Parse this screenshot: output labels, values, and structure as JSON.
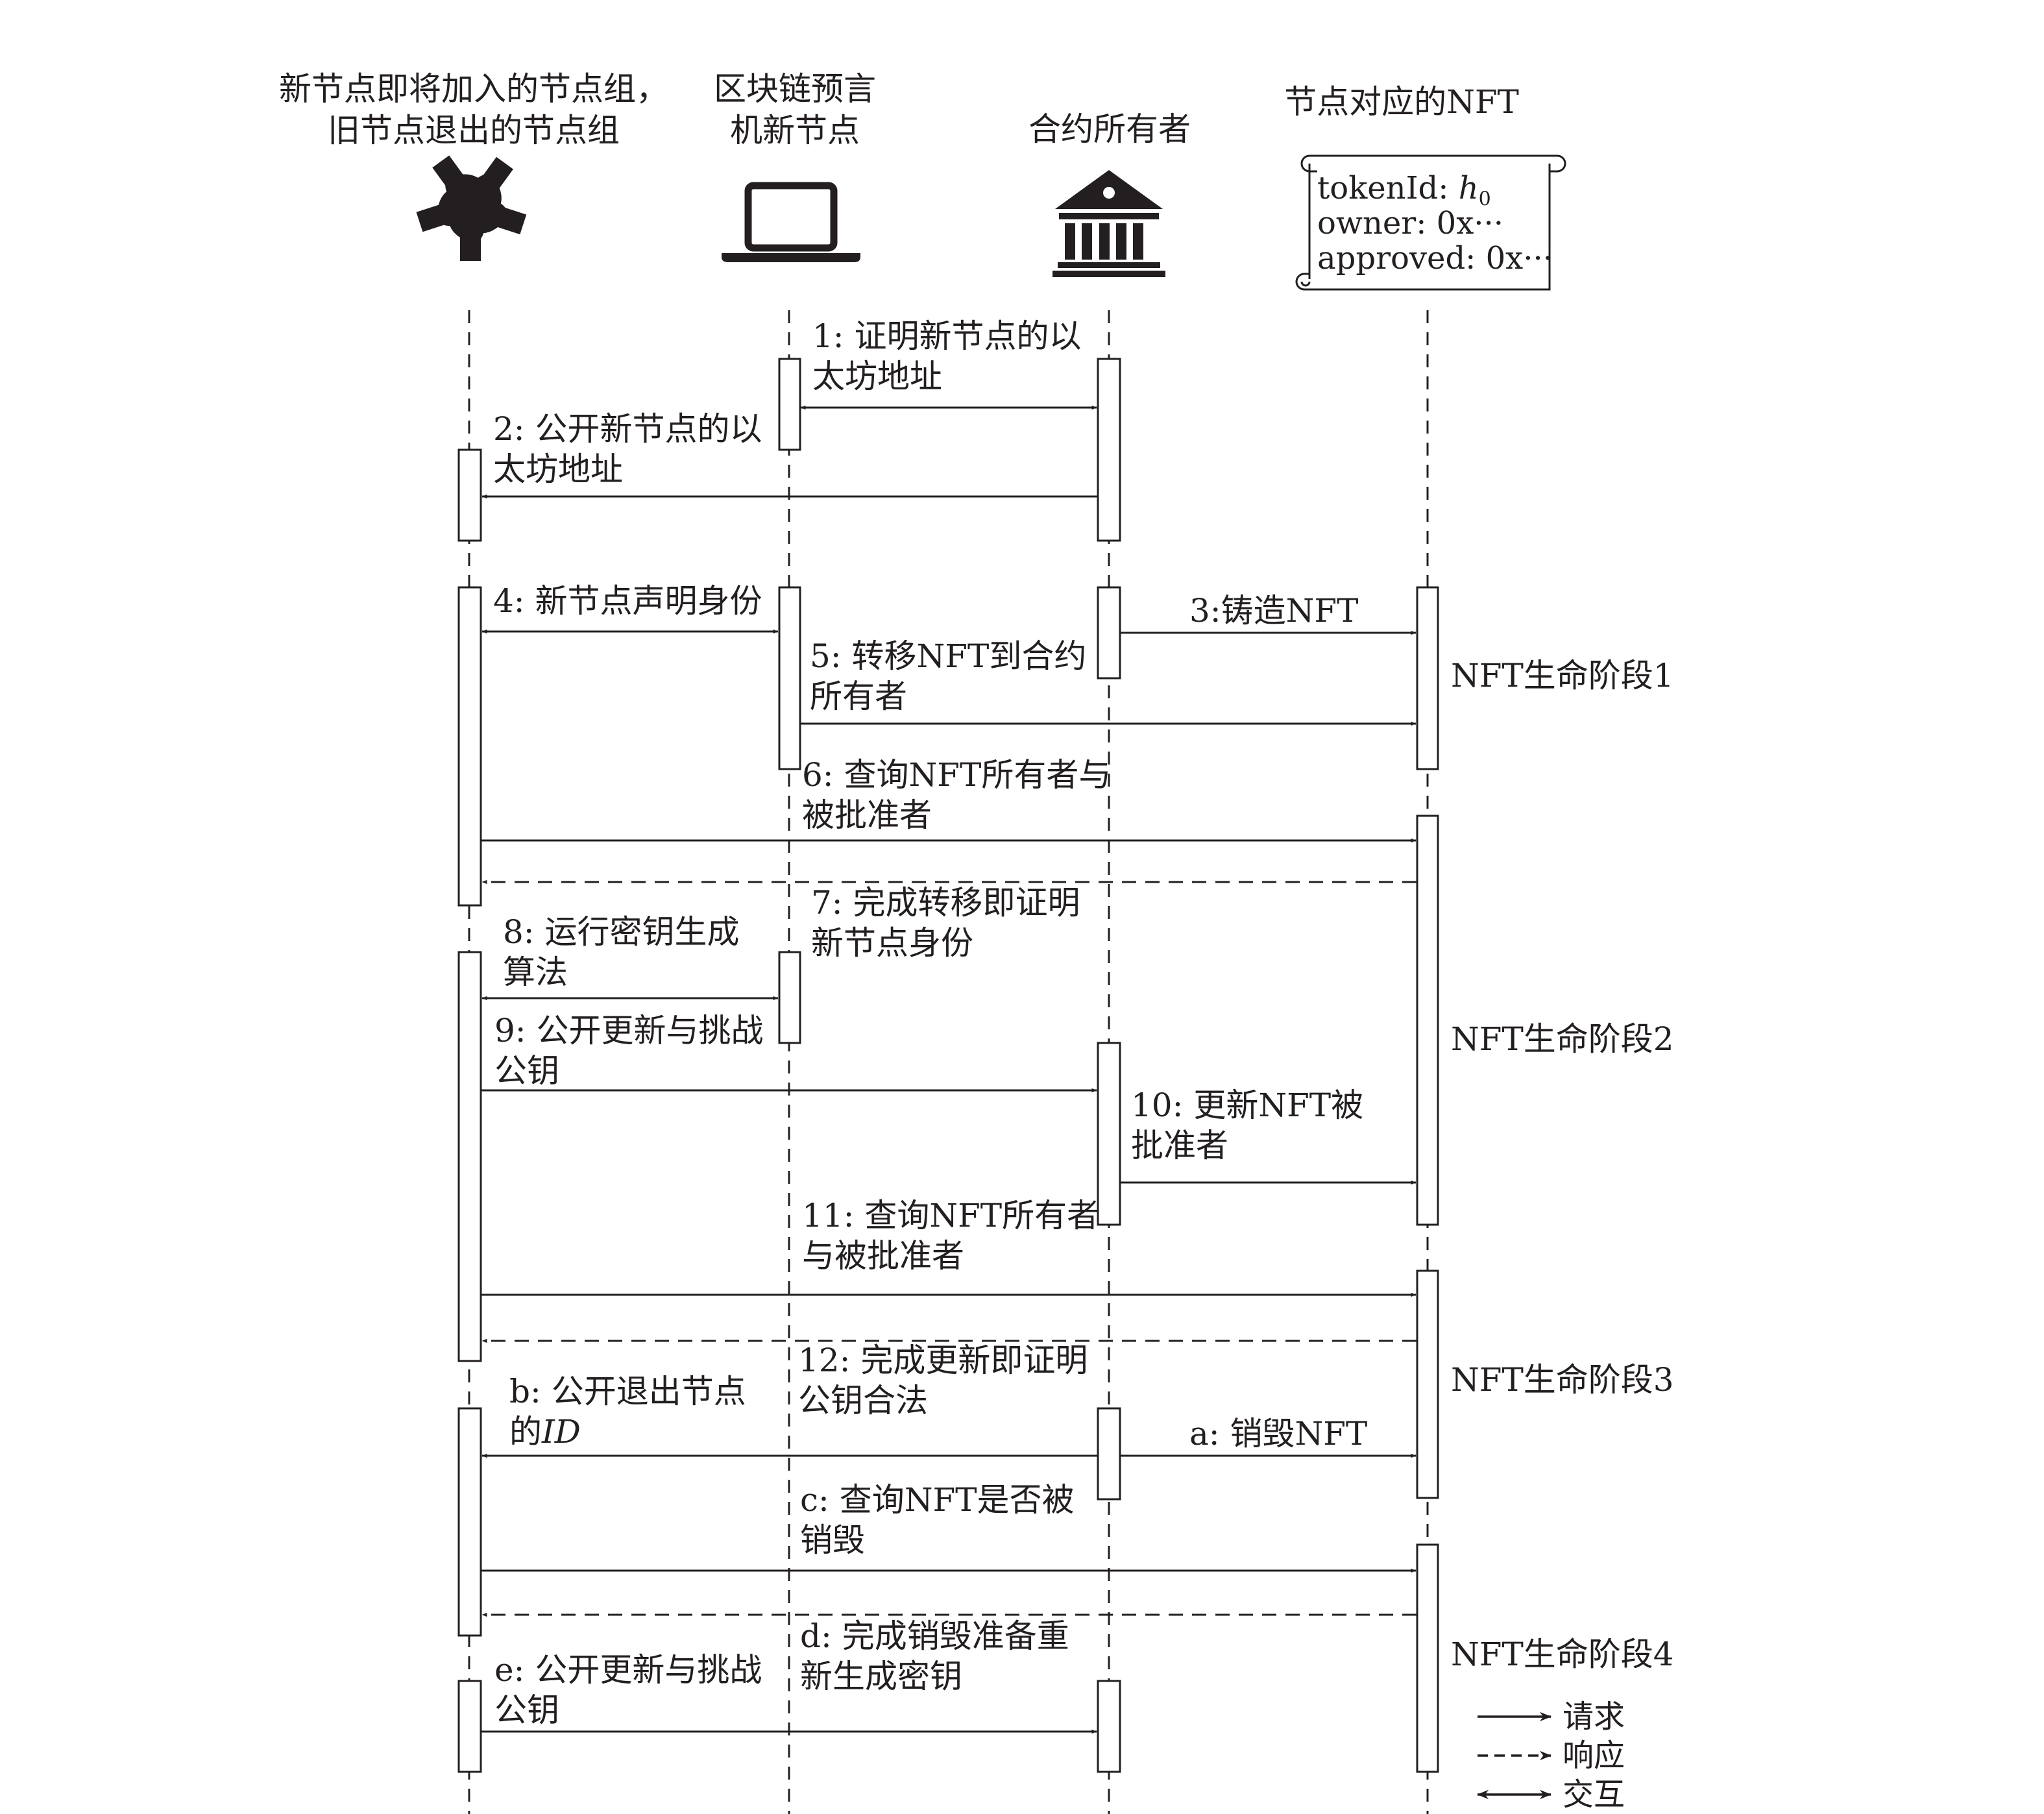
{
  "participants": [
    {
      "label": "新节点即将加入的节点组，\n旧节点退出的节点组",
      "icon": "group-hands-icon"
    },
    {
      "label": "区块链预言\n机新节点",
      "icon": "laptop-icon"
    },
    {
      "label": "合约所有者",
      "icon": "institution-building-icon"
    },
    {
      "label": "节点对应的NFT",
      "icon": "scroll-icon"
    }
  ],
  "nft_card": {
    "token_label": "tokenId: ",
    "token_value": "h",
    "token_sub": "0",
    "owner": "owner: 0x···",
    "approved": "approved: 0x···"
  },
  "messages": [
    {
      "id": "1",
      "text": "1: 证明新节点的以\n太坊地址"
    },
    {
      "id": "2",
      "text": "2: 公开新节点的以\n太坊地址"
    },
    {
      "id": "3",
      "text": "3:铸造NFT"
    },
    {
      "id": "4",
      "text": "4: 新节点声明身份"
    },
    {
      "id": "5",
      "text": "5: 转移NFT到合约\n所有者"
    },
    {
      "id": "6",
      "text": "6: 查询NFT所有者与\n被批准者"
    },
    {
      "id": "7",
      "text": "7: 完成转移即证明\n新节点身份"
    },
    {
      "id": "8",
      "text": "8: 运行密钥生成\n算法"
    },
    {
      "id": "9",
      "text": "9: 公开更新与挑战\n公钥"
    },
    {
      "id": "10",
      "text": "10: 更新NFT被\n批准者"
    },
    {
      "id": "11",
      "text": "11: 查询NFT所有者\n与被批准者"
    },
    {
      "id": "12",
      "text": "12: 完成更新即证明\n公钥合法"
    },
    {
      "id": "a",
      "text": "a: 销毁NFT"
    },
    {
      "id": "b",
      "text": "b: 公开退出节点",
      "text2": "的",
      "text2_italic": "ID"
    },
    {
      "id": "c",
      "text": "c: 查询NFT是否被\n销毁"
    },
    {
      "id": "d",
      "text": "d: 完成销毁准备重\n新生成密钥"
    },
    {
      "id": "e",
      "text": "e: 公开更新与挑战\n公钥"
    }
  ],
  "phases": [
    "NFT生命阶段1",
    "NFT生命阶段2",
    "NFT生命阶段3",
    "NFT生命阶段4"
  ],
  "legend": [
    {
      "style": "solid",
      "text": "请求"
    },
    {
      "style": "dashed",
      "text": "响应"
    },
    {
      "style": "bidirectional",
      "text": "交互"
    }
  ],
  "colors": {
    "ink": "#231f20",
    "background": "#ffffff"
  }
}
